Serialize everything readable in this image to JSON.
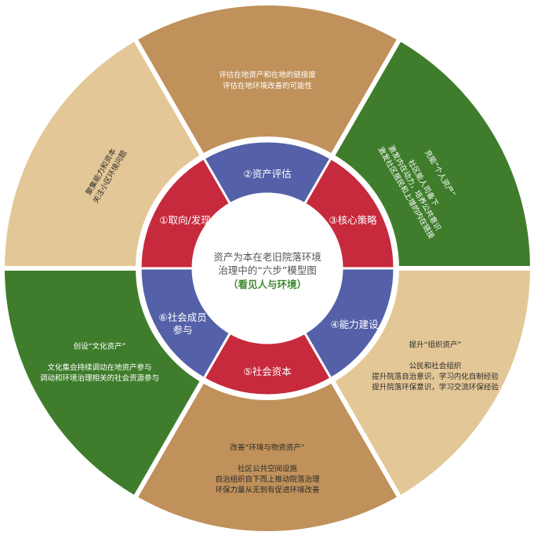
{
  "colors": {
    "tan": "#c0915a",
    "beige": "#e4c797",
    "green": "#3f7d2c",
    "red": "#c72a3c",
    "blue": "#5460a8",
    "center_text": "#555555",
    "center_sub": "#3f8a2e"
  },
  "center": {
    "line1": "资产为本在老旧院落环境",
    "line2": "治理中的“六步”模型图",
    "line3": "（看见人与环境）"
  },
  "steps": [
    {
      "label": "①取向/发现"
    },
    {
      "label": "②资产评估"
    },
    {
      "label": "③核心策略"
    },
    {
      "label": "④能力建设"
    },
    {
      "label": "⑤社会资本"
    },
    {
      "label": "⑥社会成员\n参与"
    }
  ],
  "outer": [
    {
      "lines": [
        "评估在地资产和在地的链接度",
        "评估在地环境改善的可能性"
      ]
    },
    {
      "lines": [
        "充能“个人资产”",
        "",
        "社区能人司备下",
        "激发内在动力，培养公共意识",
        "激发社区居民和上增的内在链接"
      ]
    },
    {
      "lines": [
        "提升“组织资产”",
        "",
        "公民和社会组织",
        "提升院落自治意识，学习内化自制经验",
        "提升院落环保意识，学习交流环保经验"
      ]
    },
    {
      "lines": [
        "改善“环境与物资资产”",
        "",
        "社区公共空间设施",
        "自治组织自下而上推动院落治理",
        "环保力量从无到有促进环境改善"
      ]
    },
    {
      "lines": [
        "创设“文化资产”",
        "",
        "文化集会持续调动在地资产参与",
        "调动和环境治理相关的社会资源参与"
      ]
    },
    {
      "lines": [
        "聚集能力和资本",
        "关注小区环境问题"
      ]
    }
  ]
}
